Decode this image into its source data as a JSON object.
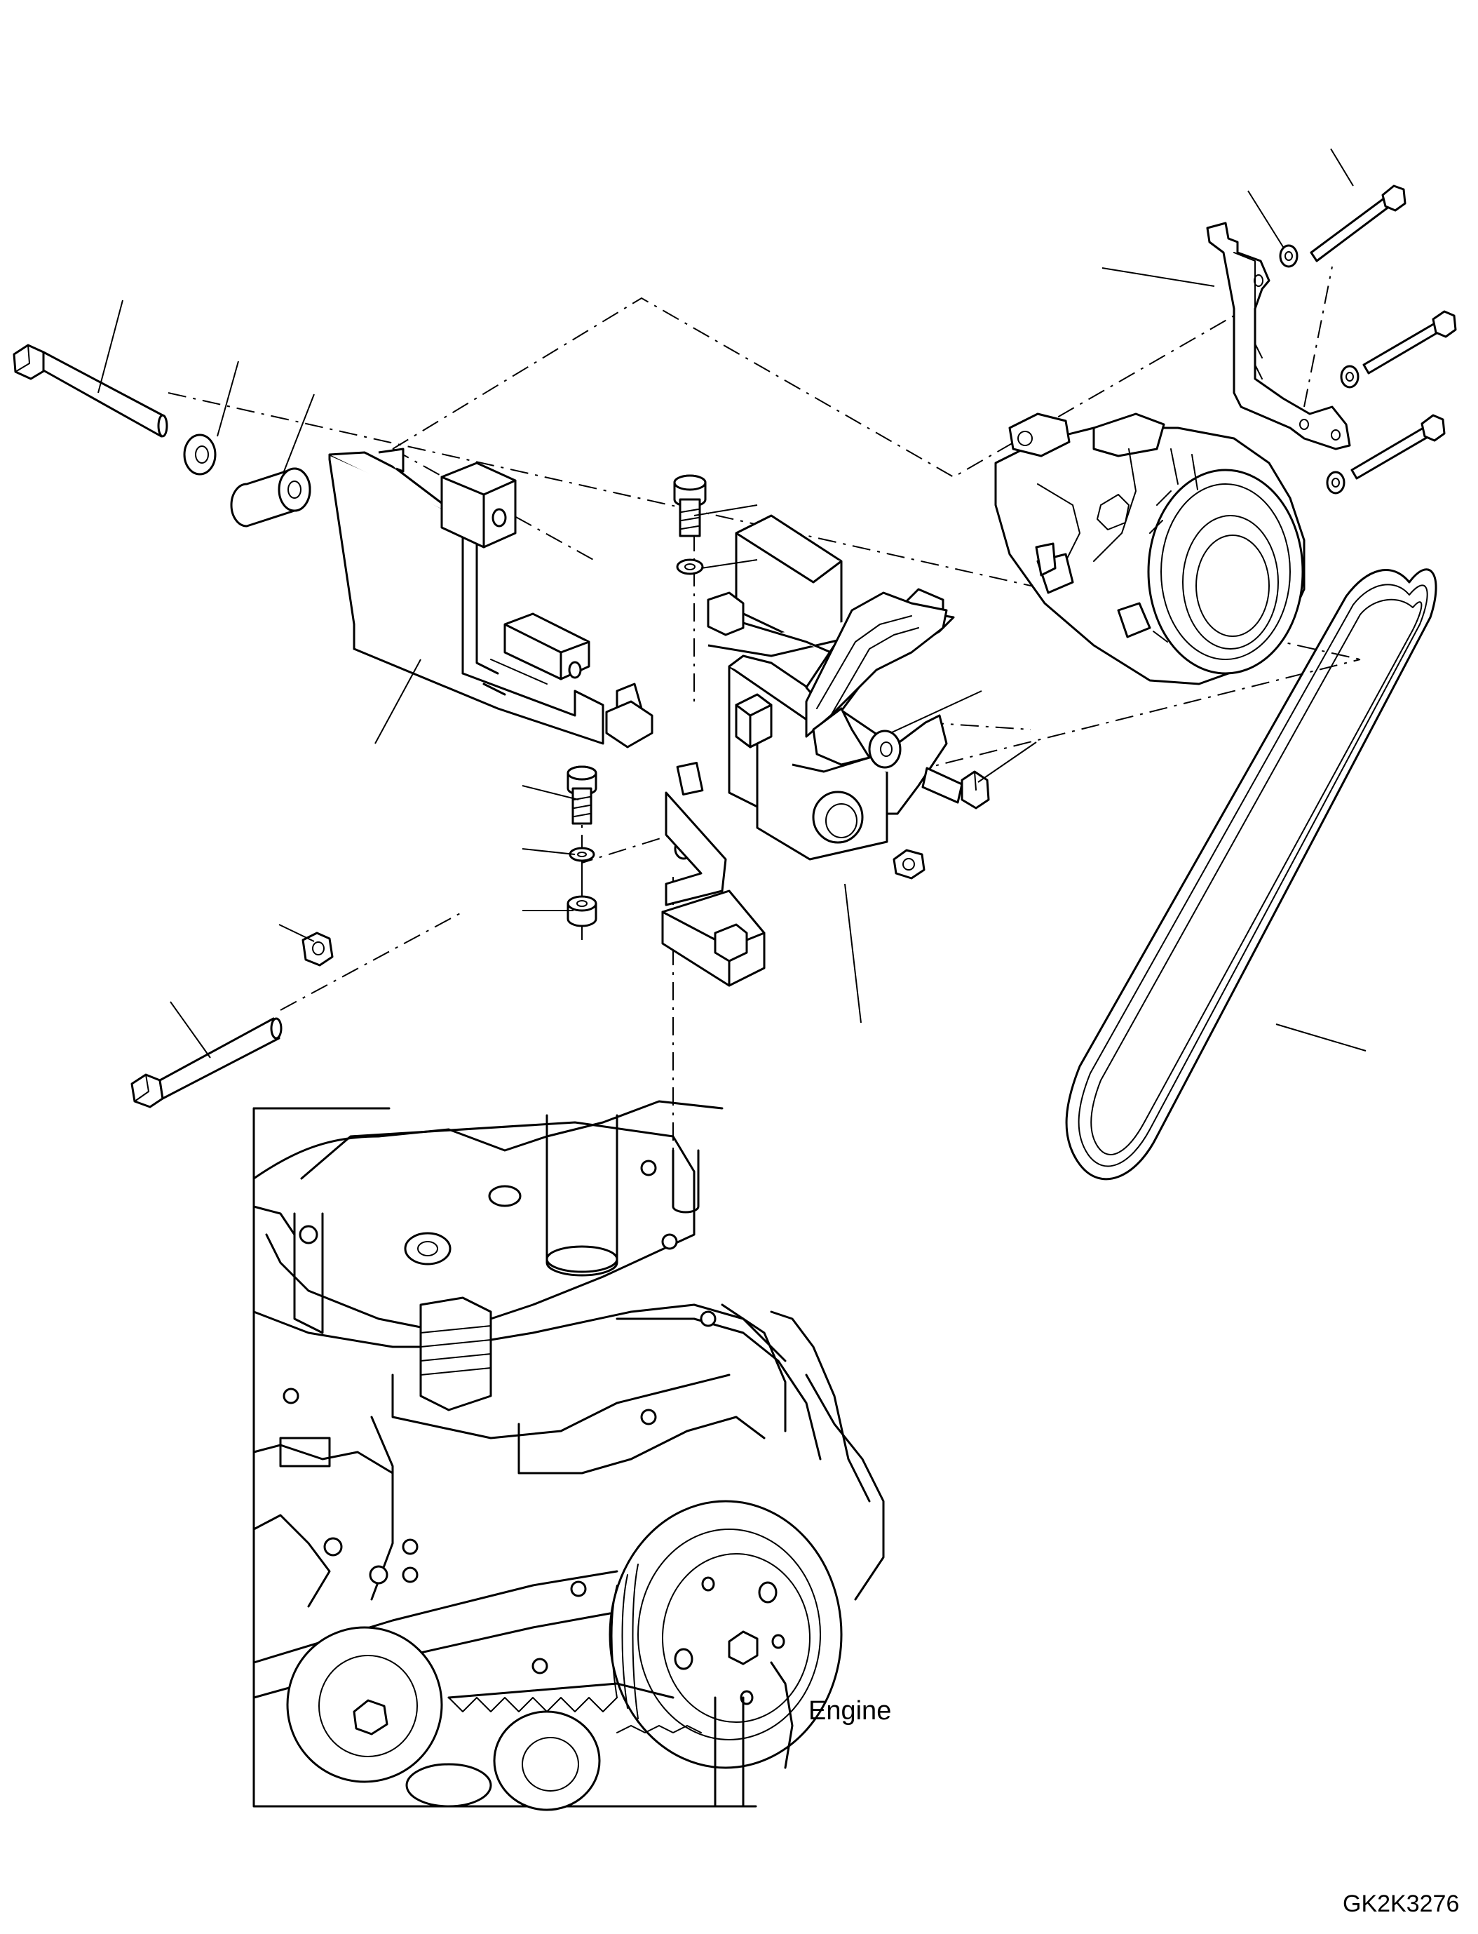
{
  "labels": {
    "engine": "Engine",
    "drawing_code": "GK2K3276"
  },
  "icons": {
    "exploded_view": "exploded-parts-diagram"
  },
  "colors": {
    "line": "#000000",
    "background": "#ffffff"
  }
}
